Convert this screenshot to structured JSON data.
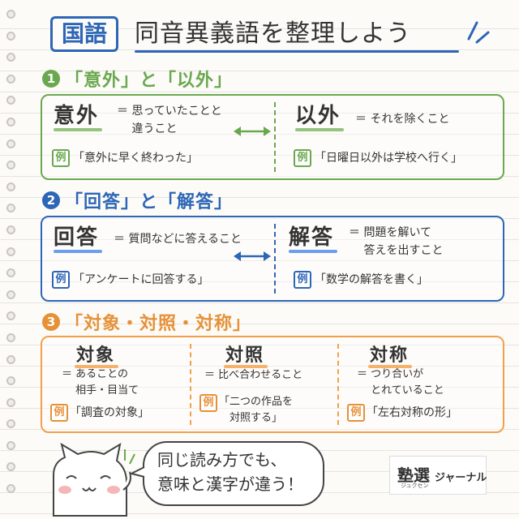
{
  "header": {
    "badge": "国語",
    "title": "同音異義語を整理しよう"
  },
  "colors": {
    "blue": "#2d66b6",
    "green": "#6aa84f",
    "orange": "#e69138",
    "red_accent": "#c0392b"
  },
  "sections": [
    {
      "number": "1",
      "title": "「意外」と「以外」",
      "left": {
        "term": "意外",
        "definition": "＝ 思っていたことと\n　 違うこと",
        "example_marker": "例",
        "example": "「意外に早く終わった」"
      },
      "right": {
        "term": "以外",
        "definition": "＝ それを除くこと",
        "example_marker": "例",
        "example": "「日曜日以外は学校へ行く」"
      }
    },
    {
      "number": "2",
      "title": "「回答」と「解答」",
      "left": {
        "term": "回答",
        "definition": "＝ 質問などに答えること",
        "example_marker": "例",
        "example": "「アンケートに回答する」"
      },
      "right": {
        "term": "解答",
        "definition": "＝ 問題を解いて\n　 答えを出すこと",
        "example_marker": "例",
        "example": "「数学の解答を書く」"
      }
    },
    {
      "number": "3",
      "title": "「対象・対照・対称」",
      "cols": [
        {
          "term": "対象",
          "definition": "＝ あることの\n　 相手・目当て",
          "example_marker": "例",
          "example": "「調査の対象」"
        },
        {
          "term": "対照",
          "definition": "＝ 比べ合わせること",
          "example_marker": "例",
          "example": "「二つの作品を\n　対照する」"
        },
        {
          "term": "対称",
          "definition": "＝ つり合いが\n　 とれていること",
          "example_marker": "例",
          "example": "「左右対称の形」"
        }
      ]
    }
  ],
  "bubble": "同じ読み方でも、\n意味と漢字が違う！",
  "brand": {
    "main": "塾選",
    "sub": "ジャーナル",
    "ruby": "ジュクセン"
  },
  "icons": [
    "cat-icon",
    "double-arrow-icon",
    "sparkle-icon",
    "binder-ring-icon"
  ]
}
